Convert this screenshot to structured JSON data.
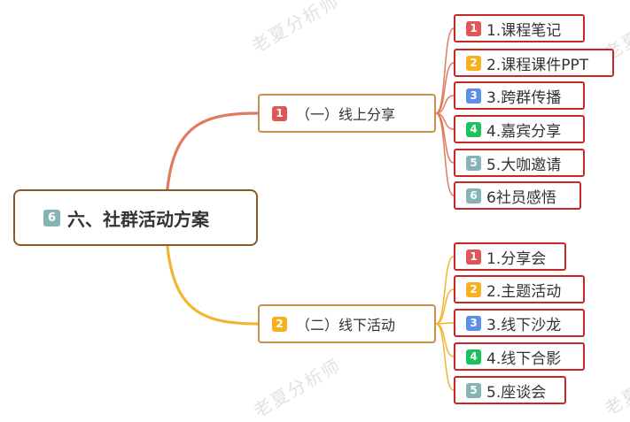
{
  "watermark": "老夏分析师",
  "colors": {
    "branch_top_edge": "#e07a5f",
    "branch_bottom_edge": "#f2b531",
    "leaf_border": "#c62828",
    "badge": {
      "1": "#e05656",
      "2": "#f5b21c",
      "3": "#5b8fe8",
      "4": "#19c25a",
      "5": "#86b3b3",
      "6": "#86b3b3"
    }
  },
  "root": {
    "badge": "6",
    "label": "六、社群活动方案"
  },
  "branches": [
    {
      "badge": "1",
      "label": "（一）线上分享",
      "children": [
        {
          "badge": "1",
          "label": "1.课程笔记"
        },
        {
          "badge": "2",
          "label": "2.课程课件PPT"
        },
        {
          "badge": "3",
          "label": "3.跨群传播"
        },
        {
          "badge": "4",
          "label": "4.嘉宾分享"
        },
        {
          "badge": "5",
          "label": "5.大咖邀请"
        },
        {
          "badge": "6",
          "label": "6社员感悟"
        }
      ]
    },
    {
      "badge": "2",
      "label": "（二）线下活动",
      "children": [
        {
          "badge": "1",
          "label": "1.分享会"
        },
        {
          "badge": "2",
          "label": "2.主题活动"
        },
        {
          "badge": "3",
          "label": "3.线下沙龙"
        },
        {
          "badge": "4",
          "label": "4.线下合影"
        },
        {
          "badge": "5",
          "label": "5.座谈会"
        }
      ]
    }
  ]
}
